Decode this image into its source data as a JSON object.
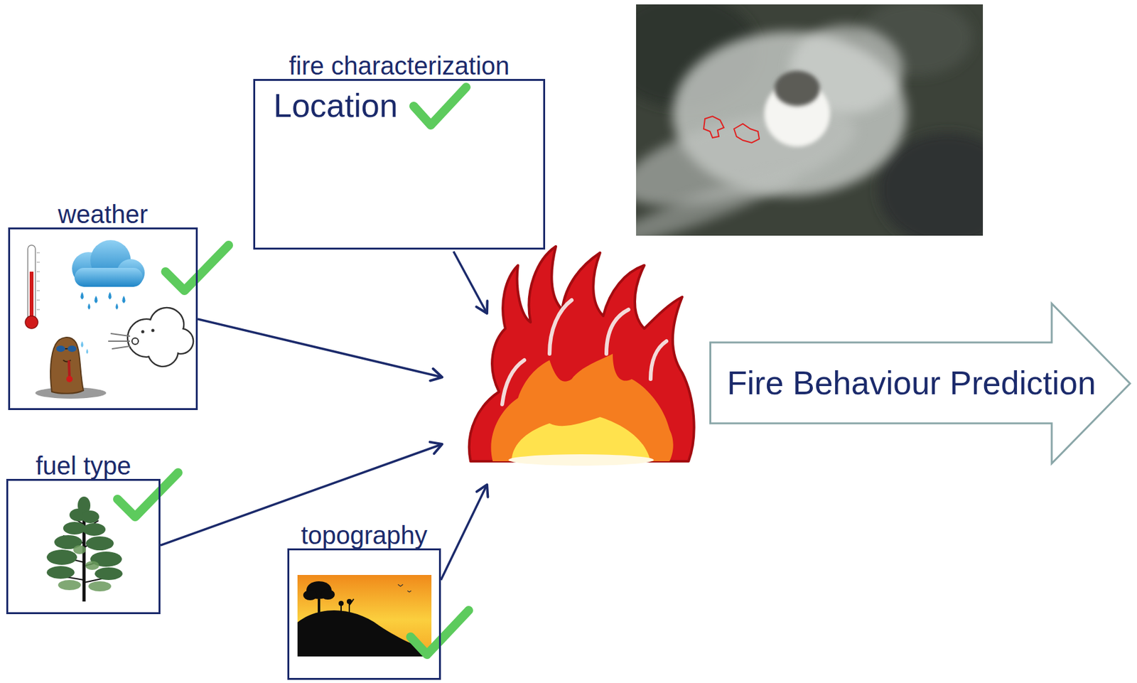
{
  "diagram": {
    "nodes": [
      {
        "text": [
          "fire characterization",
          "Location"
        ]
      },
      {
        "text": [
          "weather"
        ]
      },
      {
        "text": [
          "fuel type"
        ]
      },
      {
        "text": [
          "topography"
        ]
      },
      {
        "text": [
          "Fire Behaviour Prediction"
        ]
      }
    ]
  }
}
